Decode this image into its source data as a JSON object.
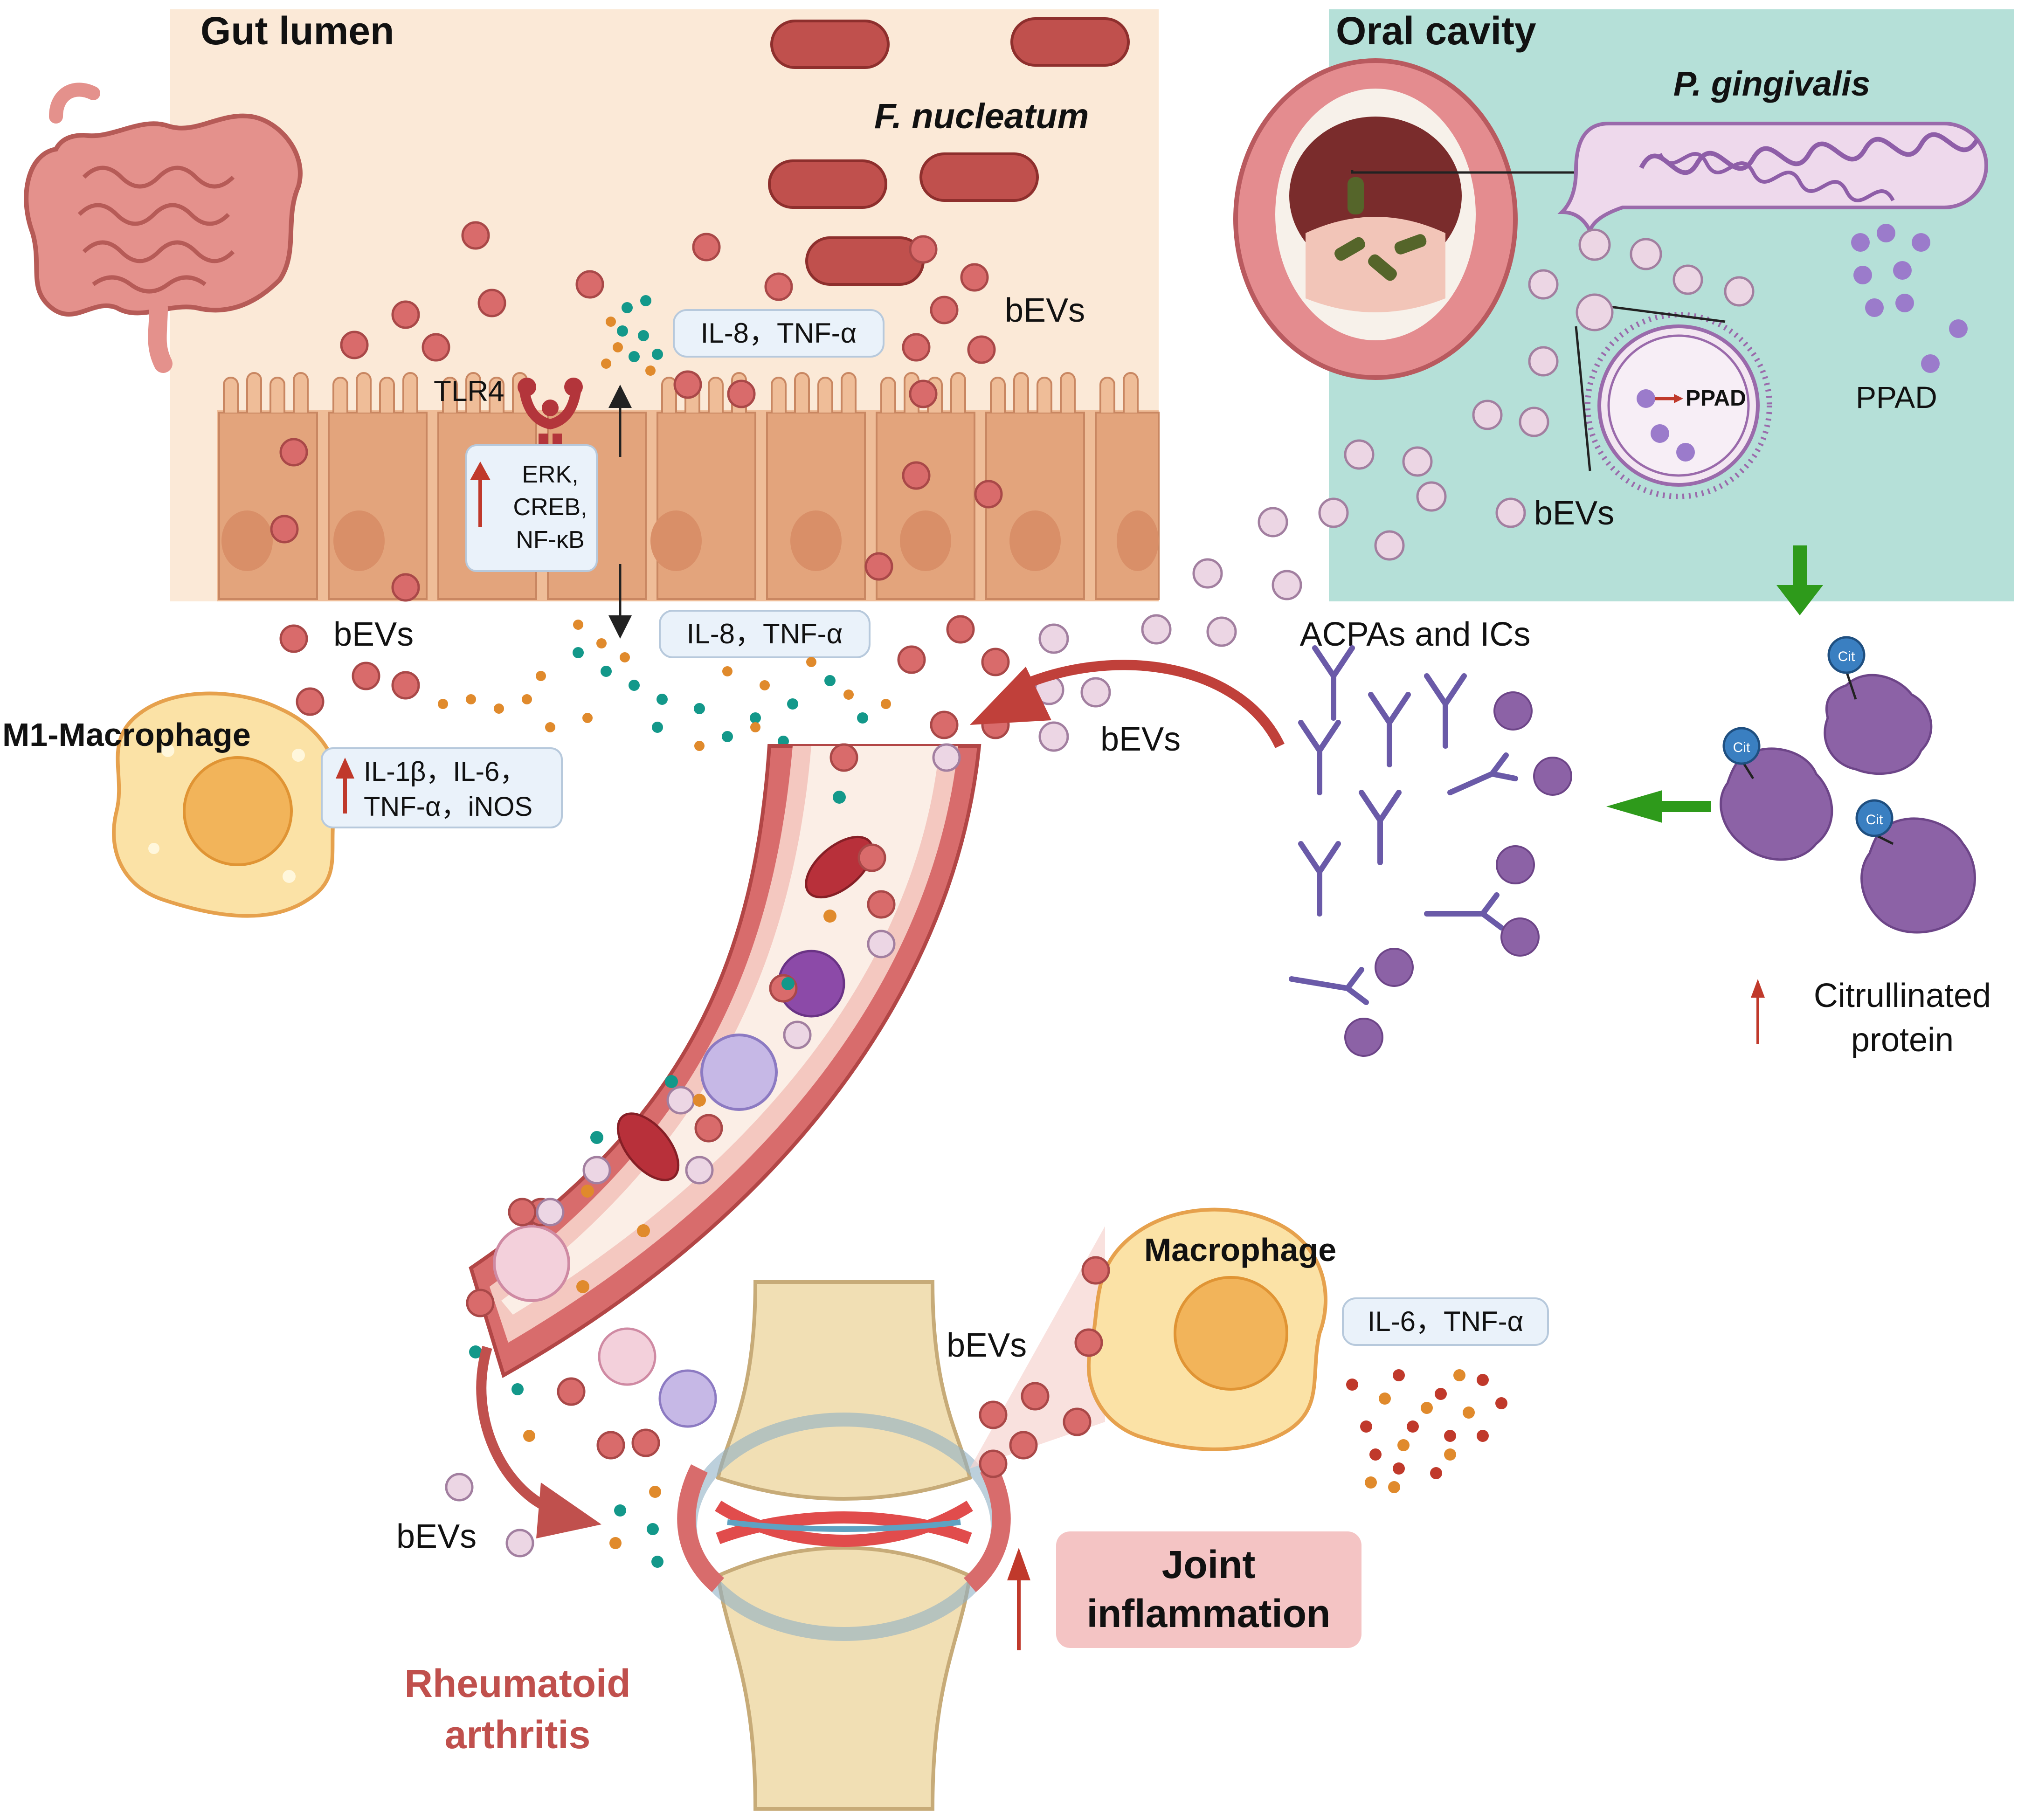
{
  "gut": {
    "title": "Gut lumen",
    "bacterium": "F. nucleatum",
    "bevs": "bEVs",
    "receptor": "TLR4",
    "signaling": [
      "ERK,",
      "CREB,",
      "NF-κB"
    ],
    "cytokines_top": "IL-8，TNF-α",
    "cytokines_bottom": "IL-8，TNF-α",
    "bevs_below": "bEVs"
  },
  "oral": {
    "title": "Oral cavity",
    "bacterium": "P. gingivalis",
    "enzyme_in_vesicle": "PPAD",
    "enzyme": "PPAD",
    "bevs": "bEVs"
  },
  "macrophage_m1": {
    "title": "M1-Macrophage",
    "line1": "IL-1β，IL-6，",
    "line2": "TNF-α，iNOS"
  },
  "center": {
    "acpas": "ACPAs and ICs",
    "bevs": "bEVs"
  },
  "citrullinated": {
    "tag": "Cit",
    "line1": "Citrullinated",
    "line2": "protein"
  },
  "joint": {
    "macrophage_title": "Macrophage",
    "cytokines": "IL-6，TNF-α",
    "bevs_right": "bEVs",
    "bevs_left": "bEVs",
    "inflammation_line1": "Joint",
    "inflammation_line2": "inflammation",
    "disease_line1": "Rheumatoid",
    "disease_line2": "arthritis"
  },
  "colors": {
    "gut_bg": "#fbe9d7",
    "oral_bg": "#b5e0d8",
    "bacteria_red": "#c0504d",
    "vesicle_red": "#d96b6b",
    "vesicle_pink": "#ecd6e4",
    "teal_dot": "#13988a",
    "orange_dot": "#e08a2c",
    "purple": "#7f4f9e",
    "green_arrow": "#2e9a1b",
    "red_arrow": "#c0392b",
    "ra_text": "#c0504d",
    "joint_box": "#f4c4c4"
  }
}
